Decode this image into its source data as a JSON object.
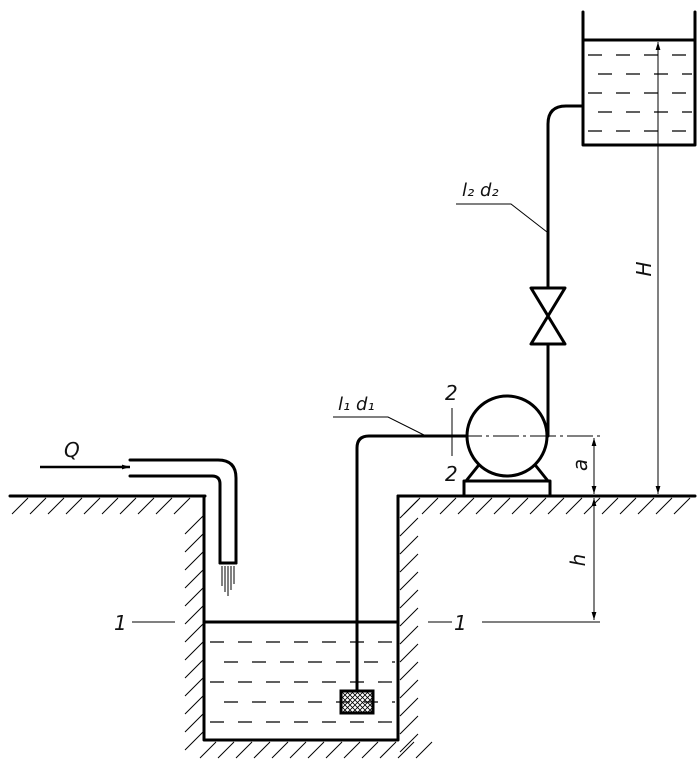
{
  "diagram": {
    "labels": {
      "flow": "Q",
      "suction_pipe": "l₁ d₁",
      "delivery_pipe": "l₂ d₂",
      "section_1_left": "1",
      "section_1_right": "1",
      "section_2_top": "2",
      "section_2_bottom": "2",
      "dim_H": "H",
      "dim_h": "h",
      "dim_a": "a"
    },
    "colors": {
      "line": "#000000",
      "background": "#ffffff"
    },
    "icons": [
      "arrow-icon",
      "valve-icon",
      "pump-icon",
      "strainer-icon"
    ]
  }
}
